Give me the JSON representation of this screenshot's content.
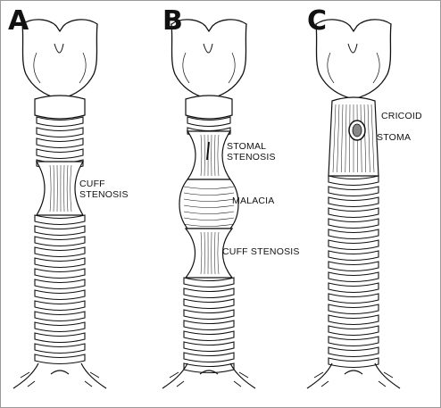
{
  "panels": [
    {
      "letter": "A",
      "labels": [
        "CUFF",
        "STENOSIS"
      ]
    },
    {
      "letter": "B",
      "labels": [
        "STOMAL",
        "STENOSIS",
        "MALACIA",
        "CUFF STENOSIS"
      ]
    },
    {
      "letter": "C",
      "labels": [
        "CRICOID",
        "STOMA"
      ]
    }
  ],
  "colors": {
    "ink": "#111111",
    "background": "#ffffff"
  }
}
